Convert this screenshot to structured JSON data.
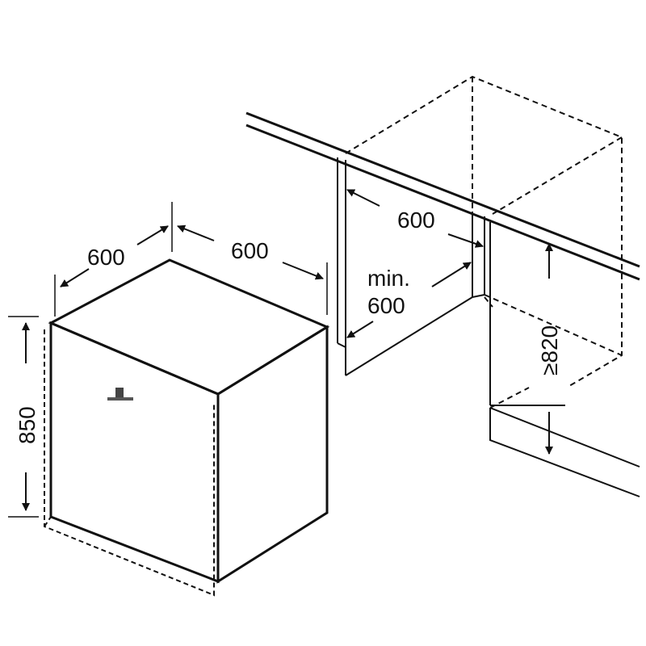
{
  "dimensions": {
    "depth": "600",
    "width": "600",
    "height": "850",
    "niche_width": "600",
    "niche_depth_prefix": "min.",
    "niche_depth": "600",
    "niche_height": "≥820"
  },
  "logo_icon": "brand-logo",
  "colors": {
    "line": "#111111",
    "background": "#ffffff"
  }
}
